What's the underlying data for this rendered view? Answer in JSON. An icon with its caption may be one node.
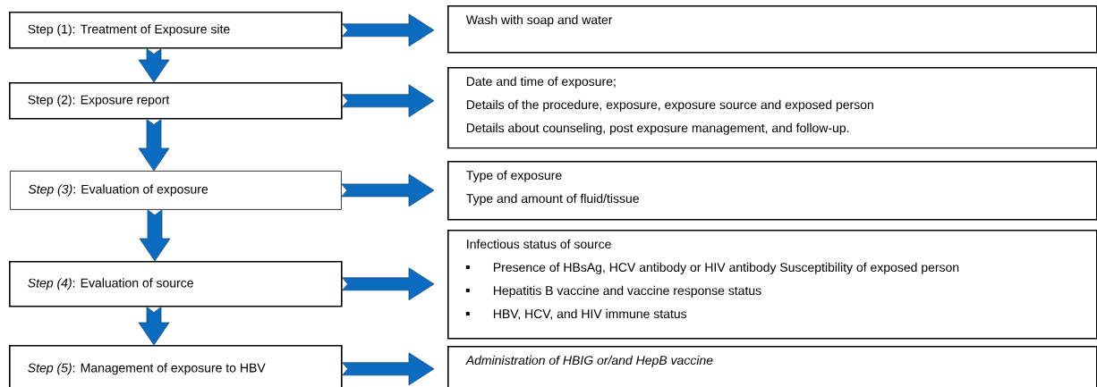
{
  "diagram": {
    "nodes": [
      {
        "text": [
          "Step (1): Treatment of Exposure site"
        ]
      },
      {
        "text": [
          "Wash with soap and water"
        ]
      },
      {
        "text": [
          "Step (2): Exposure report"
        ]
      },
      {
        "text": [
          "Date and time of exposure;",
          "Details of the procedure, exposure, exposure source and exposed person",
          "Details about counseling, post exposure management, and follow-up."
        ]
      },
      {
        "text": [
          "*Step (3)*: Evaluation of exposure"
        ]
      },
      {
        "text": [
          "Type of exposure",
          "Type and amount of fluid/tissue"
        ]
      },
      {
        "text": [
          "*Step (4)*: Evaluation of source"
        ]
      },
      {
        "text": [
          "Infectious status of source",
          "Presence of HBsAg, HCV antibody or HIV antibody Susceptibility of exposed person",
          "Hepatitis B vaccine and vaccine response status",
          "HBV, HCV, and HIV immune status"
        ]
      },
      {
        "text": [
          "*Step (5)*: Management of exposure to HBV"
        ]
      },
      {
        "text": [
          "Administration of HBIG or/and HepB vaccine"
        ]
      }
    ],
    "edges": [
      {
        "from": 0,
        "to": 1,
        "arrow": "to"
      },
      {
        "from": 0,
        "to": 2,
        "arrow": "to"
      },
      {
        "from": 2,
        "to": 3,
        "arrow": "to"
      },
      {
        "from": 2,
        "to": 4,
        "arrow": "to"
      },
      {
        "from": 4,
        "to": 5,
        "arrow": "to"
      },
      {
        "from": 4,
        "to": 6,
        "arrow": "to"
      },
      {
        "from": 6,
        "to": 7,
        "arrow": "to"
      },
      {
        "from": 6,
        "to": 8,
        "arrow": "to"
      },
      {
        "from": 8,
        "to": 9,
        "arrow": "to"
      }
    ]
  }
}
